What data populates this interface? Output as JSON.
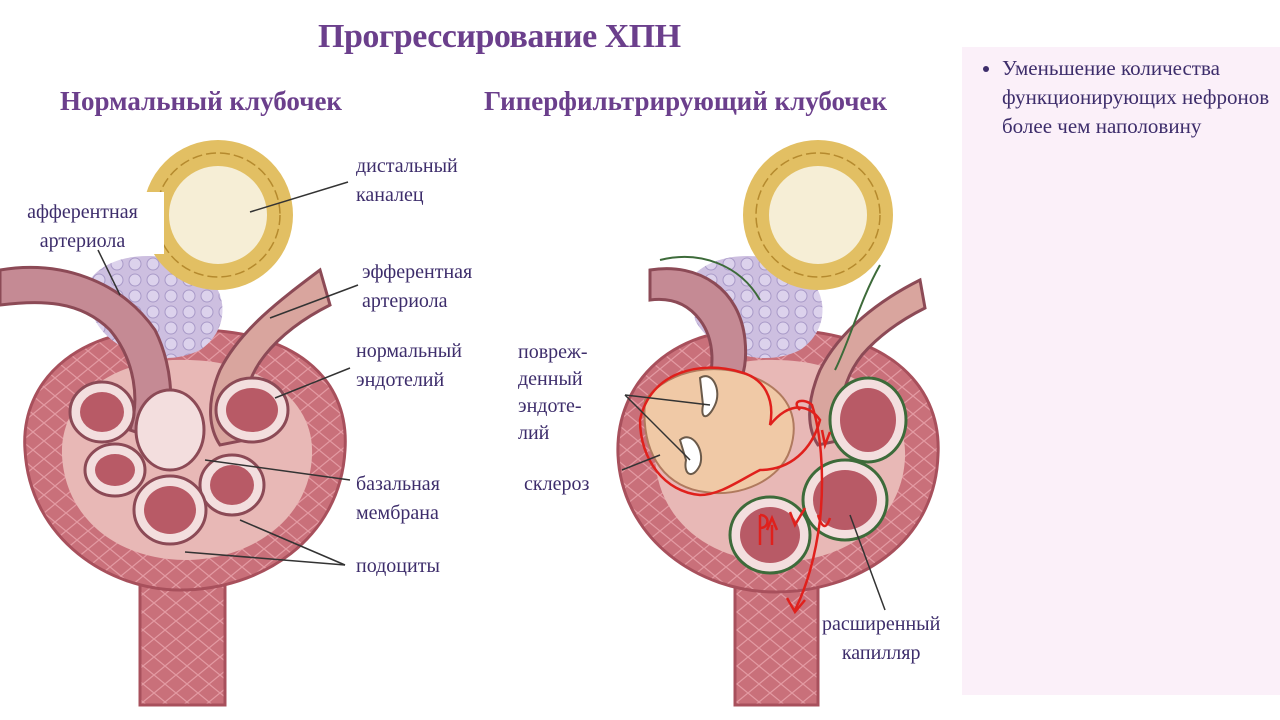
{
  "slide": {
    "title": "Прогрессирование ХПН",
    "left_heading": "Нормальный клубочек",
    "right_heading": "Гиперфильтрирующий клубочек"
  },
  "left_labels": {
    "distal_tubule": [
      "дистальный",
      "каналец"
    ],
    "afferent": [
      "афферентная",
      "артериола"
    ],
    "efferent": [
      "эфферентная",
      "артериола"
    ],
    "endothelium": [
      "нормальный",
      "эндотелий"
    ],
    "basement": [
      "базальная",
      "мембрана"
    ],
    "podocytes": "подоциты"
  },
  "right_labels": {
    "damaged": [
      "повреж-",
      "денный",
      "эндоте-",
      "лий"
    ],
    "sclerosis": "склероз",
    "capillary": [
      "расширенный",
      "капилляр"
    ]
  },
  "side_panel": {
    "bullets": [
      "Уменьшение количества функционирующих нефронов более чем наполовину"
    ]
  },
  "colors": {
    "title": "#6b3f8c",
    "labels": "#3d2d6b",
    "panel_bg": "#fbf0f9",
    "annotation": "#e0201c"
  }
}
